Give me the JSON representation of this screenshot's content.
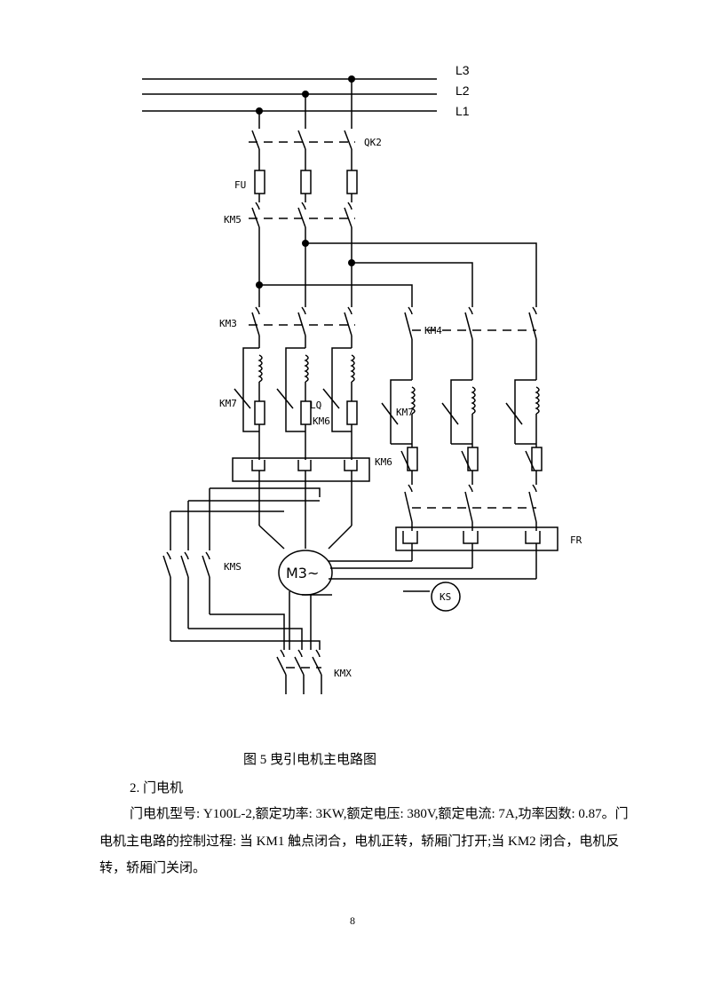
{
  "diagram": {
    "bus_labels": [
      "L3",
      "L2",
      "L1"
    ],
    "device_labels": {
      "qk2": "QK2",
      "fu": "FU",
      "km5": "KM5",
      "km3": "KM3",
      "km4": "KM4",
      "km7_left": "KM7",
      "lq": "LQ",
      "km6_mid": "KM6",
      "km7_right": "KM7",
      "km6_right": "KM6",
      "fr": "FR",
      "kms": "KMS",
      "motor": "M3~",
      "ks": "KS",
      "kmx": "KMX"
    }
  },
  "figure_caption": "图 5 曳引电机主电路图",
  "section_heading": "2. 门电机",
  "paragraphs": [
    "门电机型号: Y100L-2,额定功率: 3KW,额定电压: 380V,额定电流: 7A,功率因数: 0.87。门电机主电路的控制过程: 当 KM1 触点闭合，电机正转，轿厢门打开;当 KM2 闭合，电机反转，轿厢门关闭。"
  ],
  "page_number": "8"
}
